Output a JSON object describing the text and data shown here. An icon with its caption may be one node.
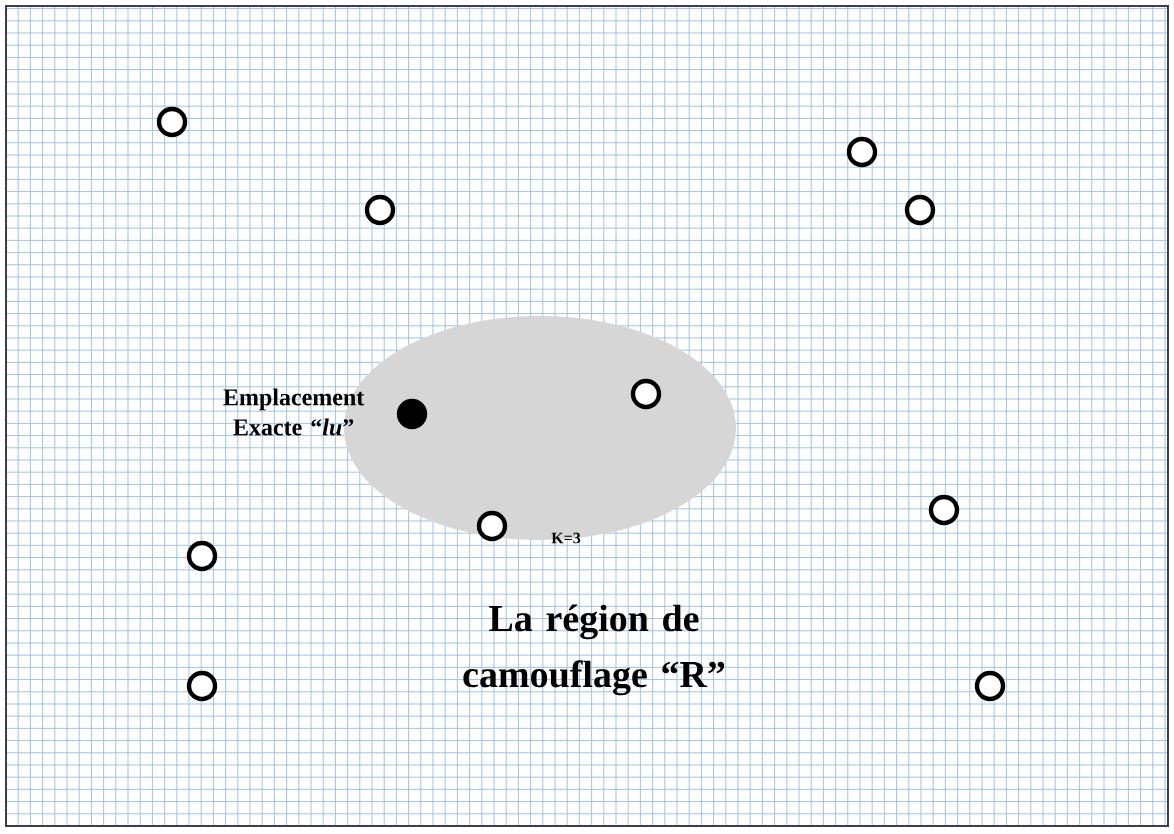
{
  "diagram": {
    "nodes": [
      {
        "text": [],
        "shape": "circle"
      },
      {
        "text": [],
        "shape": "circle"
      },
      {
        "text": [],
        "shape": "circle"
      },
      {
        "text": [],
        "shape": "circle"
      },
      {
        "text": [
          "K=3",
          "La région de camouflage “R”"
        ]
      },
      {
        "text": [],
        "shape": "dot",
        "in": 4,
        "beside": [
          "Emplacement Exacte “*lu*”"
        ]
      },
      {
        "text": [],
        "shape": "circle",
        "in": 4
      },
      {
        "text": [],
        "shape": "circle",
        "in": 4
      },
      {
        "text": [],
        "shape": "circle"
      },
      {
        "text": [],
        "shape": "circle"
      },
      {
        "text": [],
        "shape": "circle"
      },
      {
        "text": [],
        "shape": "circle"
      }
    ]
  }
}
